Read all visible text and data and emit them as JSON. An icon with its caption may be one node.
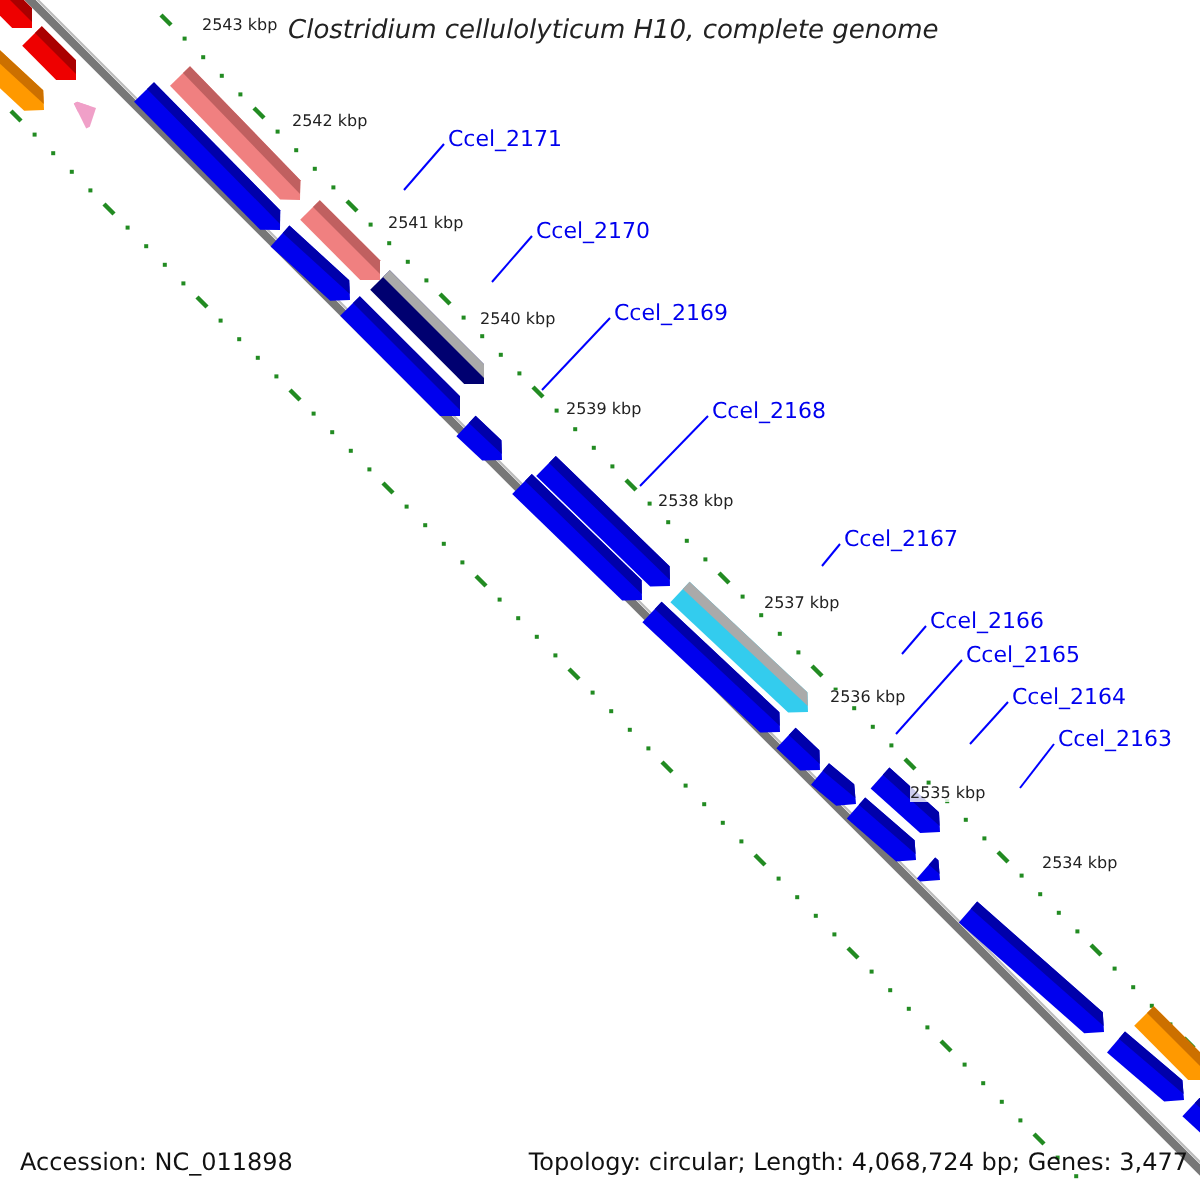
{
  "diagram": {
    "title": "Clostridium cellulolyticum H10, complete genome",
    "nodes": [
      {
        "text": [
          "Ccel_2171"
        ]
      },
      {
        "text": [
          "Ccel_2170"
        ]
      },
      {
        "text": [
          "Ccel_2169"
        ]
      },
      {
        "text": [
          "Ccel_2168"
        ]
      },
      {
        "text": [
          "Ccel_2167"
        ]
      },
      {
        "text": [
          "Ccel_2166"
        ]
      },
      {
        "text": [
          "Ccel_2165"
        ]
      },
      {
        "text": [
          "Ccel_2164"
        ]
      },
      {
        "text": [
          "Ccel_2163"
        ]
      }
    ],
    "edges": [
      {
        "from": 0,
        "to": null,
        "arrow": "none"
      },
      {
        "from": 1,
        "to": null,
        "arrow": "none"
      },
      {
        "from": 2,
        "to": null,
        "arrow": "none"
      },
      {
        "from": 3,
        "to": null,
        "arrow": "none"
      },
      {
        "from": 4,
        "to": null,
        "arrow": "none"
      },
      {
        "from": 5,
        "to": null,
        "arrow": "none"
      },
      {
        "from": 6,
        "to": null,
        "arrow": "none"
      },
      {
        "from": 7,
        "to": null,
        "arrow": "none"
      },
      {
        "from": 8,
        "to": null,
        "arrow": "none"
      }
    ],
    "labels": [
      "2543 kbp",
      "2542 kbp",
      "2541 kbp",
      "2540 kbp",
      "2539 kbp",
      "2538 kbp",
      "2537 kbp",
      "2536 kbp",
      "2535 kbp",
      "2534 kbp",
      "Accession: NC_011898",
      "Topology: circular; Length: 4,068,724 bp; Genes: 3,477"
    ]
  }
}
